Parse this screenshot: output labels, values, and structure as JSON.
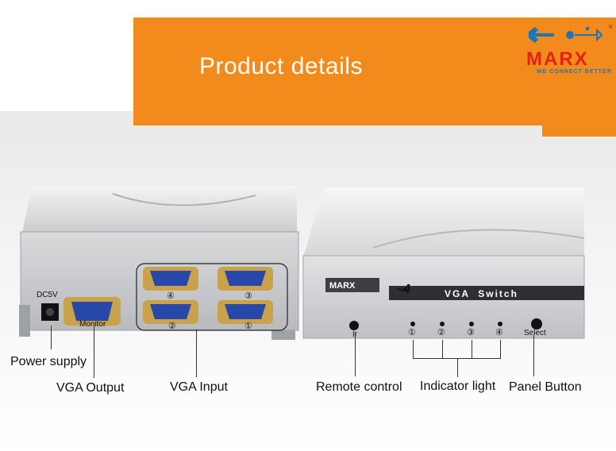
{
  "banner": {
    "title": "Product details",
    "logo_text": "MARX",
    "logo_tagline": "WE CONNECT BETTER",
    "color": "#f28a1c"
  },
  "left_device": {
    "power_port_label": "DC5V",
    "output_port_label": "Monitor",
    "input_ports": [
      "④",
      "③",
      "②",
      "①"
    ]
  },
  "right_device": {
    "brand": "MARX",
    "port_count": "4",
    "port_word": "PORT",
    "model": "VGA  Switch",
    "ir_label": "Ir",
    "indicators": [
      "①",
      "②",
      "③",
      "④"
    ],
    "select_label": "Select"
  },
  "callouts": {
    "power_supply": "Power supply",
    "vga_output": "VGA Output",
    "vga_input": "VGA Input",
    "remote_control": "Remote control",
    "indicator_light": "Indicator light",
    "panel_button": "Panel Button"
  }
}
